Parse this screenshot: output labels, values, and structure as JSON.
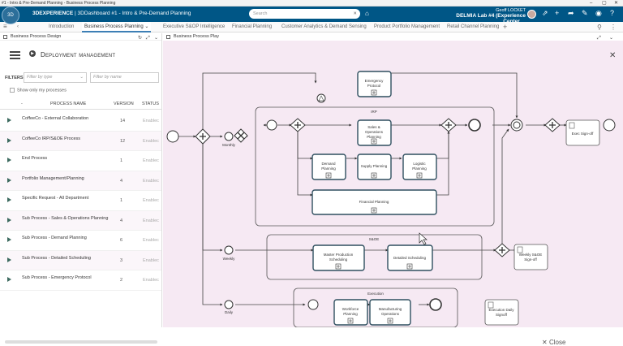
{
  "window": {
    "title": "#1 - Intro & Pre-Demand Planning - Business Process Planning"
  },
  "topbar": {
    "brand_bold": "3DEXPERIENCE",
    "brand_rest": " | 3DDashboard  #1 - Intro & Pre-Demand Planning",
    "search_placeholder": "Search",
    "user_name": "Geoff LOCKET",
    "context": "DELMIA Lab #4 (Experience Center ..."
  },
  "tabs": [
    "Introduction",
    "Business Process Planning",
    "Executive S&OP Intelligence",
    "Financial Planning",
    "Customer Analytics & Demand Sensing",
    "Product Portfolio Management",
    "Retail Channel Planning"
  ],
  "left_panel": {
    "header": "Business Process Design",
    "title": "Deployment management",
    "filters_label": "FILTERS:",
    "filter_type_placeholder": "Filter by type",
    "filter_name_placeholder": "Filter by name",
    "show_only": "Show only my processes",
    "columns": {
      "dash": "-",
      "name": "PROCESS NAME",
      "version": "VERSION",
      "status": "STATUS"
    },
    "rows": [
      {
        "name": "CoffeeCo - External Collaboration",
        "version": "14",
        "status": "Enablec"
      },
      {
        "name": "CoffeeCo IRP/S&OE Process",
        "version": "12",
        "status": "Enablec"
      },
      {
        "name": "End Process",
        "version": "1",
        "status": "Enablec"
      },
      {
        "name": "Portfolio Management/Planning",
        "version": "4",
        "status": "Enablec"
      },
      {
        "name": "Specific Request - All Department",
        "version": "1",
        "status": "Enablec"
      },
      {
        "name": "Sub Process - Sales & Operations Planning",
        "version": "4",
        "status": "Enablec"
      },
      {
        "name": "Sub Process - Demand Planning",
        "version": "6",
        "status": "Enablec"
      },
      {
        "name": "Sub Process - Detailed Scheduling",
        "version": "3",
        "status": "Enablec"
      },
      {
        "name": "Sub Process - Emergency Protocol",
        "version": "2",
        "status": "Enablec"
      }
    ]
  },
  "right_panel": {
    "header": "Business Process Play",
    "close_label": "Close",
    "diagram": {
      "labels": {
        "emergency": [
          "Emergency",
          "Protocol"
        ],
        "irp": "IRP",
        "sop": [
          "Sales &",
          "Operations",
          "Planning"
        ],
        "demand": [
          "Demand",
          "Planning"
        ],
        "supply": "Supply Planning",
        "logistic": [
          "Logistic",
          "Planning"
        ],
        "financial": "Financial Planning",
        "monthly": "Monthly",
        "weekly": "Weekly",
        "daily": "Daily",
        "exec_signoff": "Exec Sign-off",
        "soe": "S&OE",
        "master_prod": [
          "Master Production",
          "Scheduling"
        ],
        "detailed_sched": "Detailed Scheduling",
        "weekly_signoff": [
          "Weekly S&OE",
          "Sign-off"
        ],
        "execution": "Execution",
        "workforce": [
          "Workforce",
          "Planning"
        ],
        "manufacturing": [
          "Manufacturing",
          "Operations"
        ],
        "exec_daily": [
          "Execution Daily",
          "Signoff"
        ]
      }
    }
  },
  "colors": {
    "topbar": "#005686",
    "task_border": "#2f4f5f",
    "panel_bg": "#f6e9f3"
  }
}
